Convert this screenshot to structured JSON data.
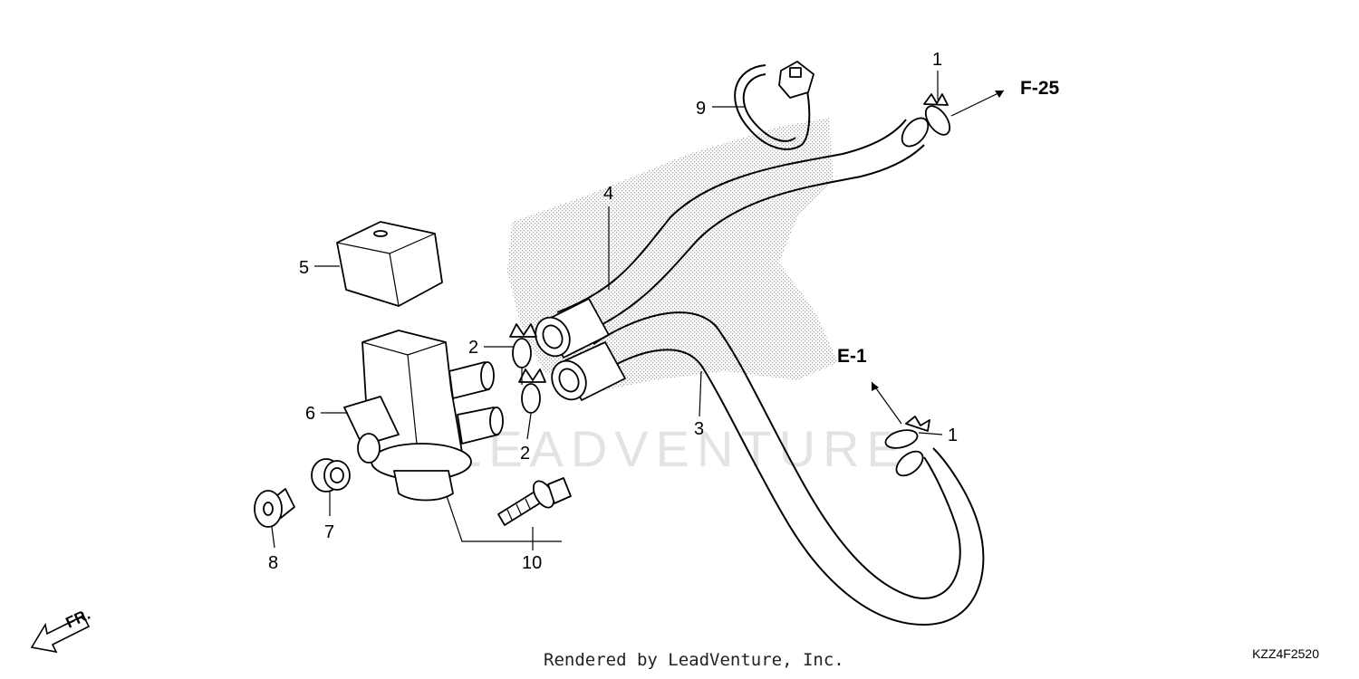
{
  "diagram": {
    "watermark": "LEADVENTURE",
    "callouts": {
      "c1a": "1",
      "c1b": "1",
      "c2a": "2",
      "c2b": "2",
      "c3": "3",
      "c4": "4",
      "c5": "5",
      "c6": "6",
      "c7": "7",
      "c8": "8",
      "c9": "9",
      "c10": "10"
    },
    "refs": {
      "f25": "F-25",
      "e1": "E-1"
    },
    "direction": "FR.",
    "colors": {
      "line": "#000000",
      "watermark": "#e3e3e3",
      "background": "#ffffff"
    }
  },
  "footer": {
    "rendered_by": "Rendered by LeadVenture, Inc.",
    "diagram_code": "KZZ4F2520"
  }
}
